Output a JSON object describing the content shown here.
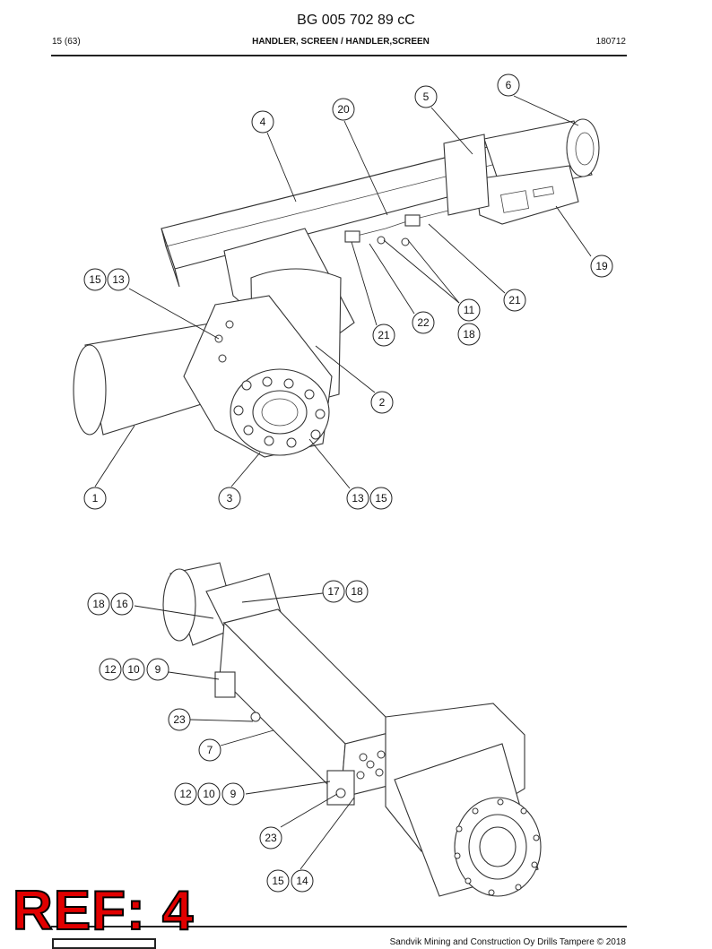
{
  "header": {
    "doc_code": "BG 005 702 89 cC",
    "page": "15 (63)",
    "title": "HANDLER, SCREEN / HANDLER,SCREEN",
    "date": "180712"
  },
  "footer": {
    "copyright": "Sandvik Mining and Construction Oy Drills Tampere © 2018",
    "ref_stamp": "REF: 4"
  },
  "callouts_top": [
    "1",
    "2",
    "3",
    "4",
    "5",
    "6",
    "11",
    "13",
    "15",
    "18",
    "19",
    "20",
    "21",
    "22"
  ],
  "callouts_bottom": [
    "7",
    "9",
    "10",
    "12",
    "14",
    "15",
    "16",
    "17",
    "18",
    "23"
  ]
}
